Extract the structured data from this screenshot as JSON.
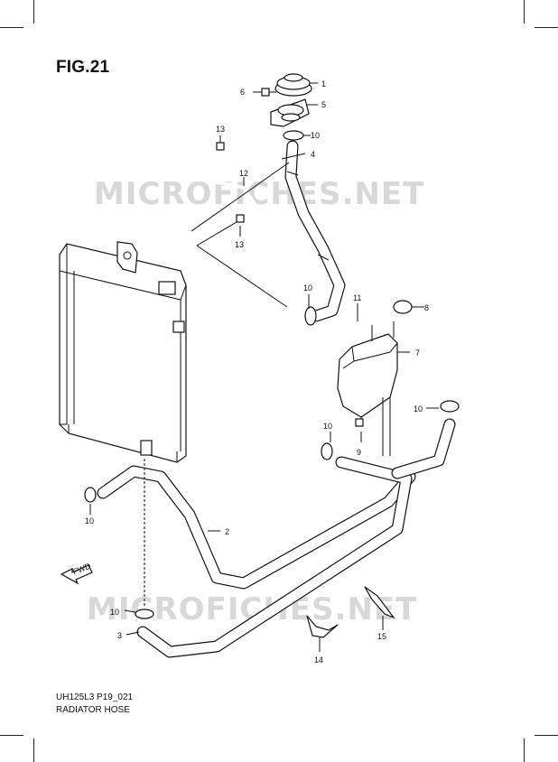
{
  "figure": {
    "title": "FIG.21",
    "ref_code": "UH125L3 P19_021",
    "caption": "RADIATOR HOSE",
    "watermark": "MICROFICHES.NET"
  },
  "arrow": {
    "label": "FWD"
  },
  "callouts": [
    "1",
    "2",
    "3",
    "4",
    "5",
    "6",
    "7",
    "8",
    "9",
    "10",
    "10",
    "10",
    "10",
    "10",
    "10",
    "11",
    "12",
    "13",
    "13",
    "14",
    "15"
  ]
}
